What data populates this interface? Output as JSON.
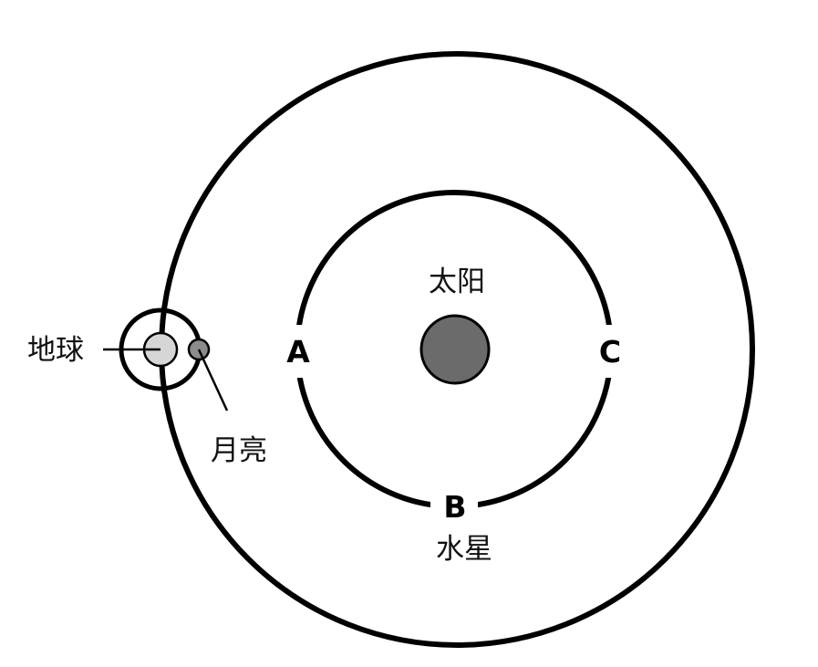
{
  "labels": {
    "sun": "太阳",
    "earth": "地球",
    "moon": "月亮",
    "mercury": "水星"
  },
  "points": {
    "a": "A",
    "b": "B",
    "c": "C"
  },
  "colors": {
    "stroke": "#000000",
    "sun_fill": "#6b6b6b",
    "earth_fill": "#d6d6d6",
    "moon_fill": "#8c8c8c",
    "background": "#ffffff"
  }
}
